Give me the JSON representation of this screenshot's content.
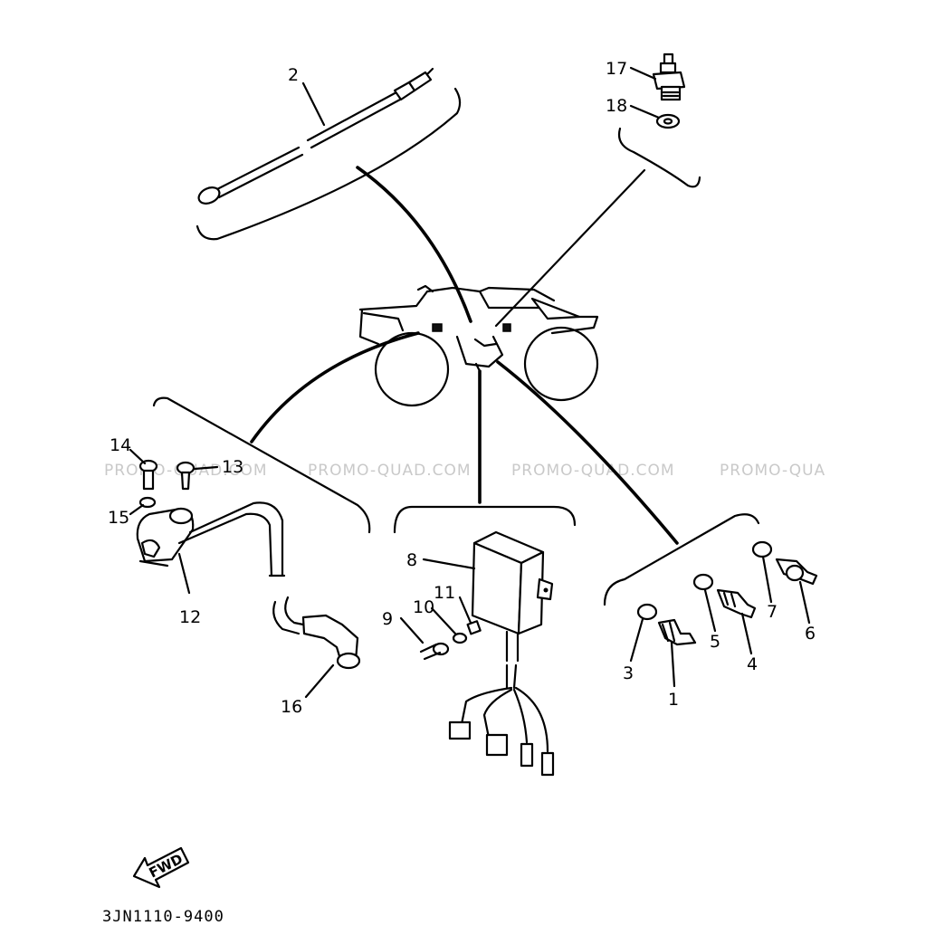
{
  "diagram": {
    "part_numbers": [
      "1",
      "2",
      "3",
      "4",
      "5",
      "6",
      "7",
      "8",
      "9",
      "10",
      "11",
      "12",
      "13",
      "14",
      "15",
      "16",
      "17",
      "18"
    ],
    "watermarks": [
      "PROMO-QUAD.COM",
      "PROMO-QUAD.COM",
      "PROMO-QUAD.COM",
      "PROMO-QUA"
    ],
    "direction_label": "FWD",
    "drawing_code": "3JN1110-9400"
  }
}
